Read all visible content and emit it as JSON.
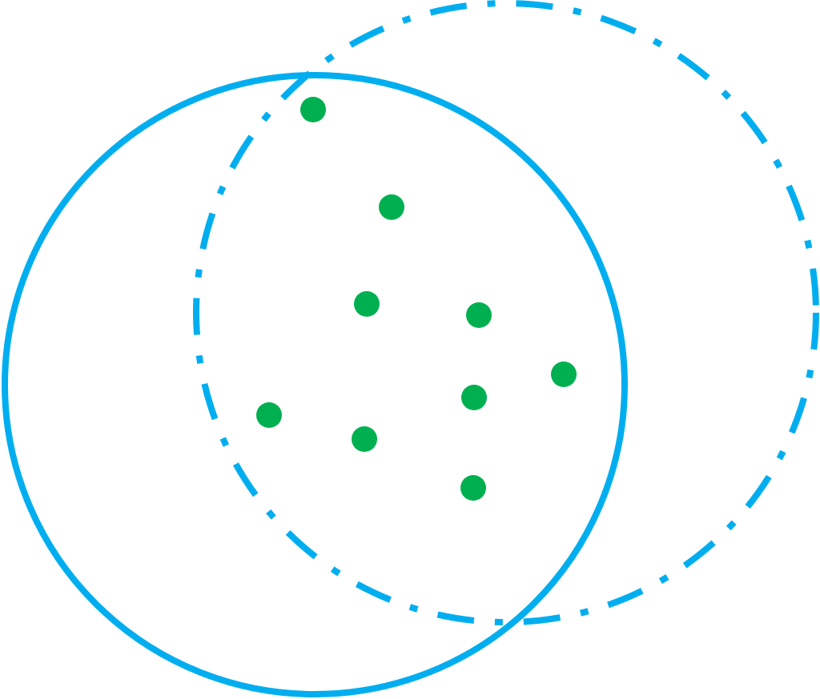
{
  "diagram": {
    "circles": [
      {
        "name": "solid-circle",
        "style": "solid",
        "color": "#00aeef"
      },
      {
        "name": "dashdot-circle",
        "style": "dash-dot",
        "color": "#00aeef"
      }
    ],
    "points": {
      "color": "#00b050",
      "count": 9
    }
  }
}
